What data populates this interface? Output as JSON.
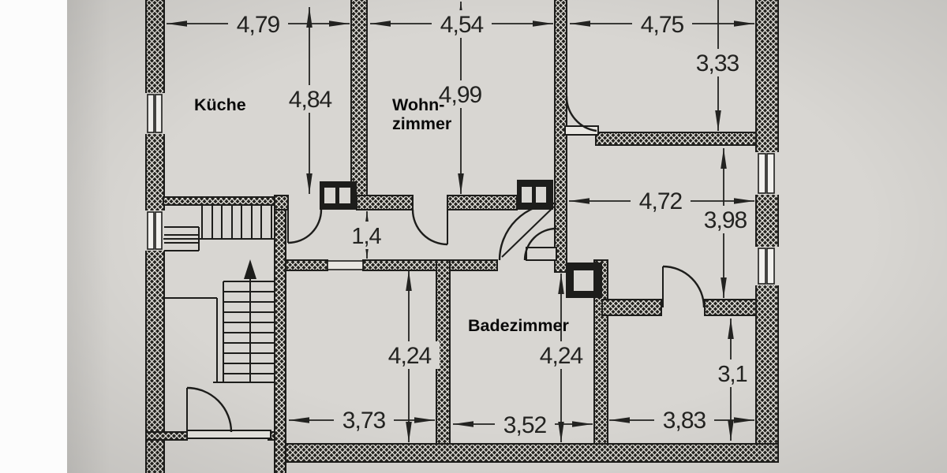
{
  "document_kind": "floor-plan-drawing",
  "rooms": [
    {
      "id": "kueche",
      "label": "Küche"
    },
    {
      "id": "wohnzimmer",
      "label_line1": "Wohn-",
      "label_line2": "zimmer"
    },
    {
      "id": "badezimmer",
      "label": "Badezimmer"
    }
  ],
  "dimensions": {
    "top_widths": [
      {
        "id": "kueche-width",
        "value": "4,79"
      },
      {
        "id": "wohnzimmer-width",
        "value": "4,54"
      },
      {
        "id": "room-top-right-width",
        "value": "4,75"
      }
    ],
    "heights": [
      {
        "id": "kueche-height",
        "value": "4,84"
      },
      {
        "id": "wohnzimmer-height",
        "value": "4,99"
      },
      {
        "id": "room-top-right-height",
        "value": "3,33"
      },
      {
        "id": "room-mid-right-height",
        "value": "3,98"
      },
      {
        "id": "hallway-width",
        "value": "1,4"
      },
      {
        "id": "room-bottom-left-height",
        "value": "4,24"
      },
      {
        "id": "badezimmer-height",
        "value": "4,24"
      },
      {
        "id": "room-bottom-right-height",
        "value": "3,1"
      }
    ],
    "middle_widths": [
      {
        "id": "room-mid-right-width",
        "value": "4,72"
      }
    ],
    "bottom_widths": [
      {
        "id": "room-bottom-left-width",
        "value": "3,73"
      },
      {
        "id": "badezimmer-width",
        "value": "3,52"
      },
      {
        "id": "room-bottom-right-width",
        "value": "3,83"
      }
    ]
  },
  "icons": {
    "stairs_direction_icon": "up-arrow"
  },
  "colors": {
    "paper": "#d8d6d2",
    "ink": "#232321",
    "wall_fill": "#24231f",
    "wall_hatch_light": "#e9e7e1",
    "white_margin": "#fcfcfc"
  }
}
